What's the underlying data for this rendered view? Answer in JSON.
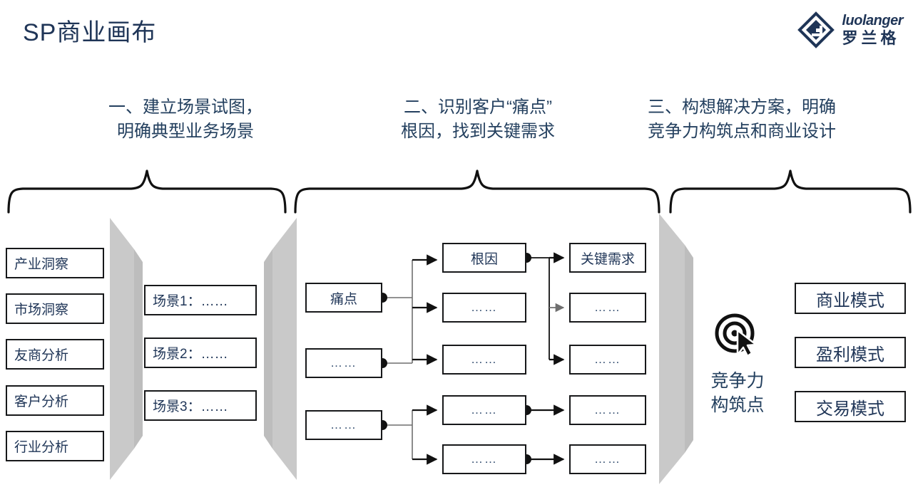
{
  "header": {
    "title": "SP商业画布",
    "logo_en": "luolanger",
    "logo_cn": "罗兰格",
    "logo_icon": "diamond-logo-icon"
  },
  "colors": {
    "brand_navy": "#1f3557",
    "heading_navy": "#24405f",
    "panel_gray": "#c4c4c4",
    "box_border": "#17181a"
  },
  "sections": [
    {
      "id": "one",
      "heading_line1": "一、建立场景试图，",
      "heading_line2": "明确典型业务场景"
    },
    {
      "id": "two",
      "heading_line1": "二、识别客户“痛点”",
      "heading_line2": "根因，找到关键需求"
    },
    {
      "id": "three",
      "heading_line1": "三、构想解决方案，明确",
      "heading_line2": "竞争力构筑点和商业设计"
    }
  ],
  "insight_column": {
    "items": [
      {
        "label": "产业洞察"
      },
      {
        "label": "市场洞察"
      },
      {
        "label": "友商分析"
      },
      {
        "label": "客户分析"
      },
      {
        "label": "行业分析"
      }
    ]
  },
  "scenario_column": {
    "items": [
      {
        "label": "场景1：……"
      },
      {
        "label": "场景2：……"
      },
      {
        "label": "场景3：……"
      }
    ]
  },
  "pain_column": {
    "items": [
      {
        "label": "痛点"
      },
      {
        "label": "……"
      },
      {
        "label": "……"
      }
    ]
  },
  "cause_column": {
    "items": [
      {
        "label": "根因"
      },
      {
        "label": "……"
      },
      {
        "label": "……"
      },
      {
        "label": "……"
      },
      {
        "label": "……"
      }
    ]
  },
  "need_column": {
    "items": [
      {
        "label": "关键需求"
      },
      {
        "label": "……"
      },
      {
        "label": "……"
      },
      {
        "label": "……"
      },
      {
        "label": "……"
      }
    ]
  },
  "competitiveness": {
    "icon": "target-cursor-icon",
    "label_line1": "竞争力",
    "label_line2": "构筑点"
  },
  "model_column": {
    "items": [
      {
        "label": "商业模式"
      },
      {
        "label": "盈利模式"
      },
      {
        "label": "交易模式"
      }
    ]
  }
}
